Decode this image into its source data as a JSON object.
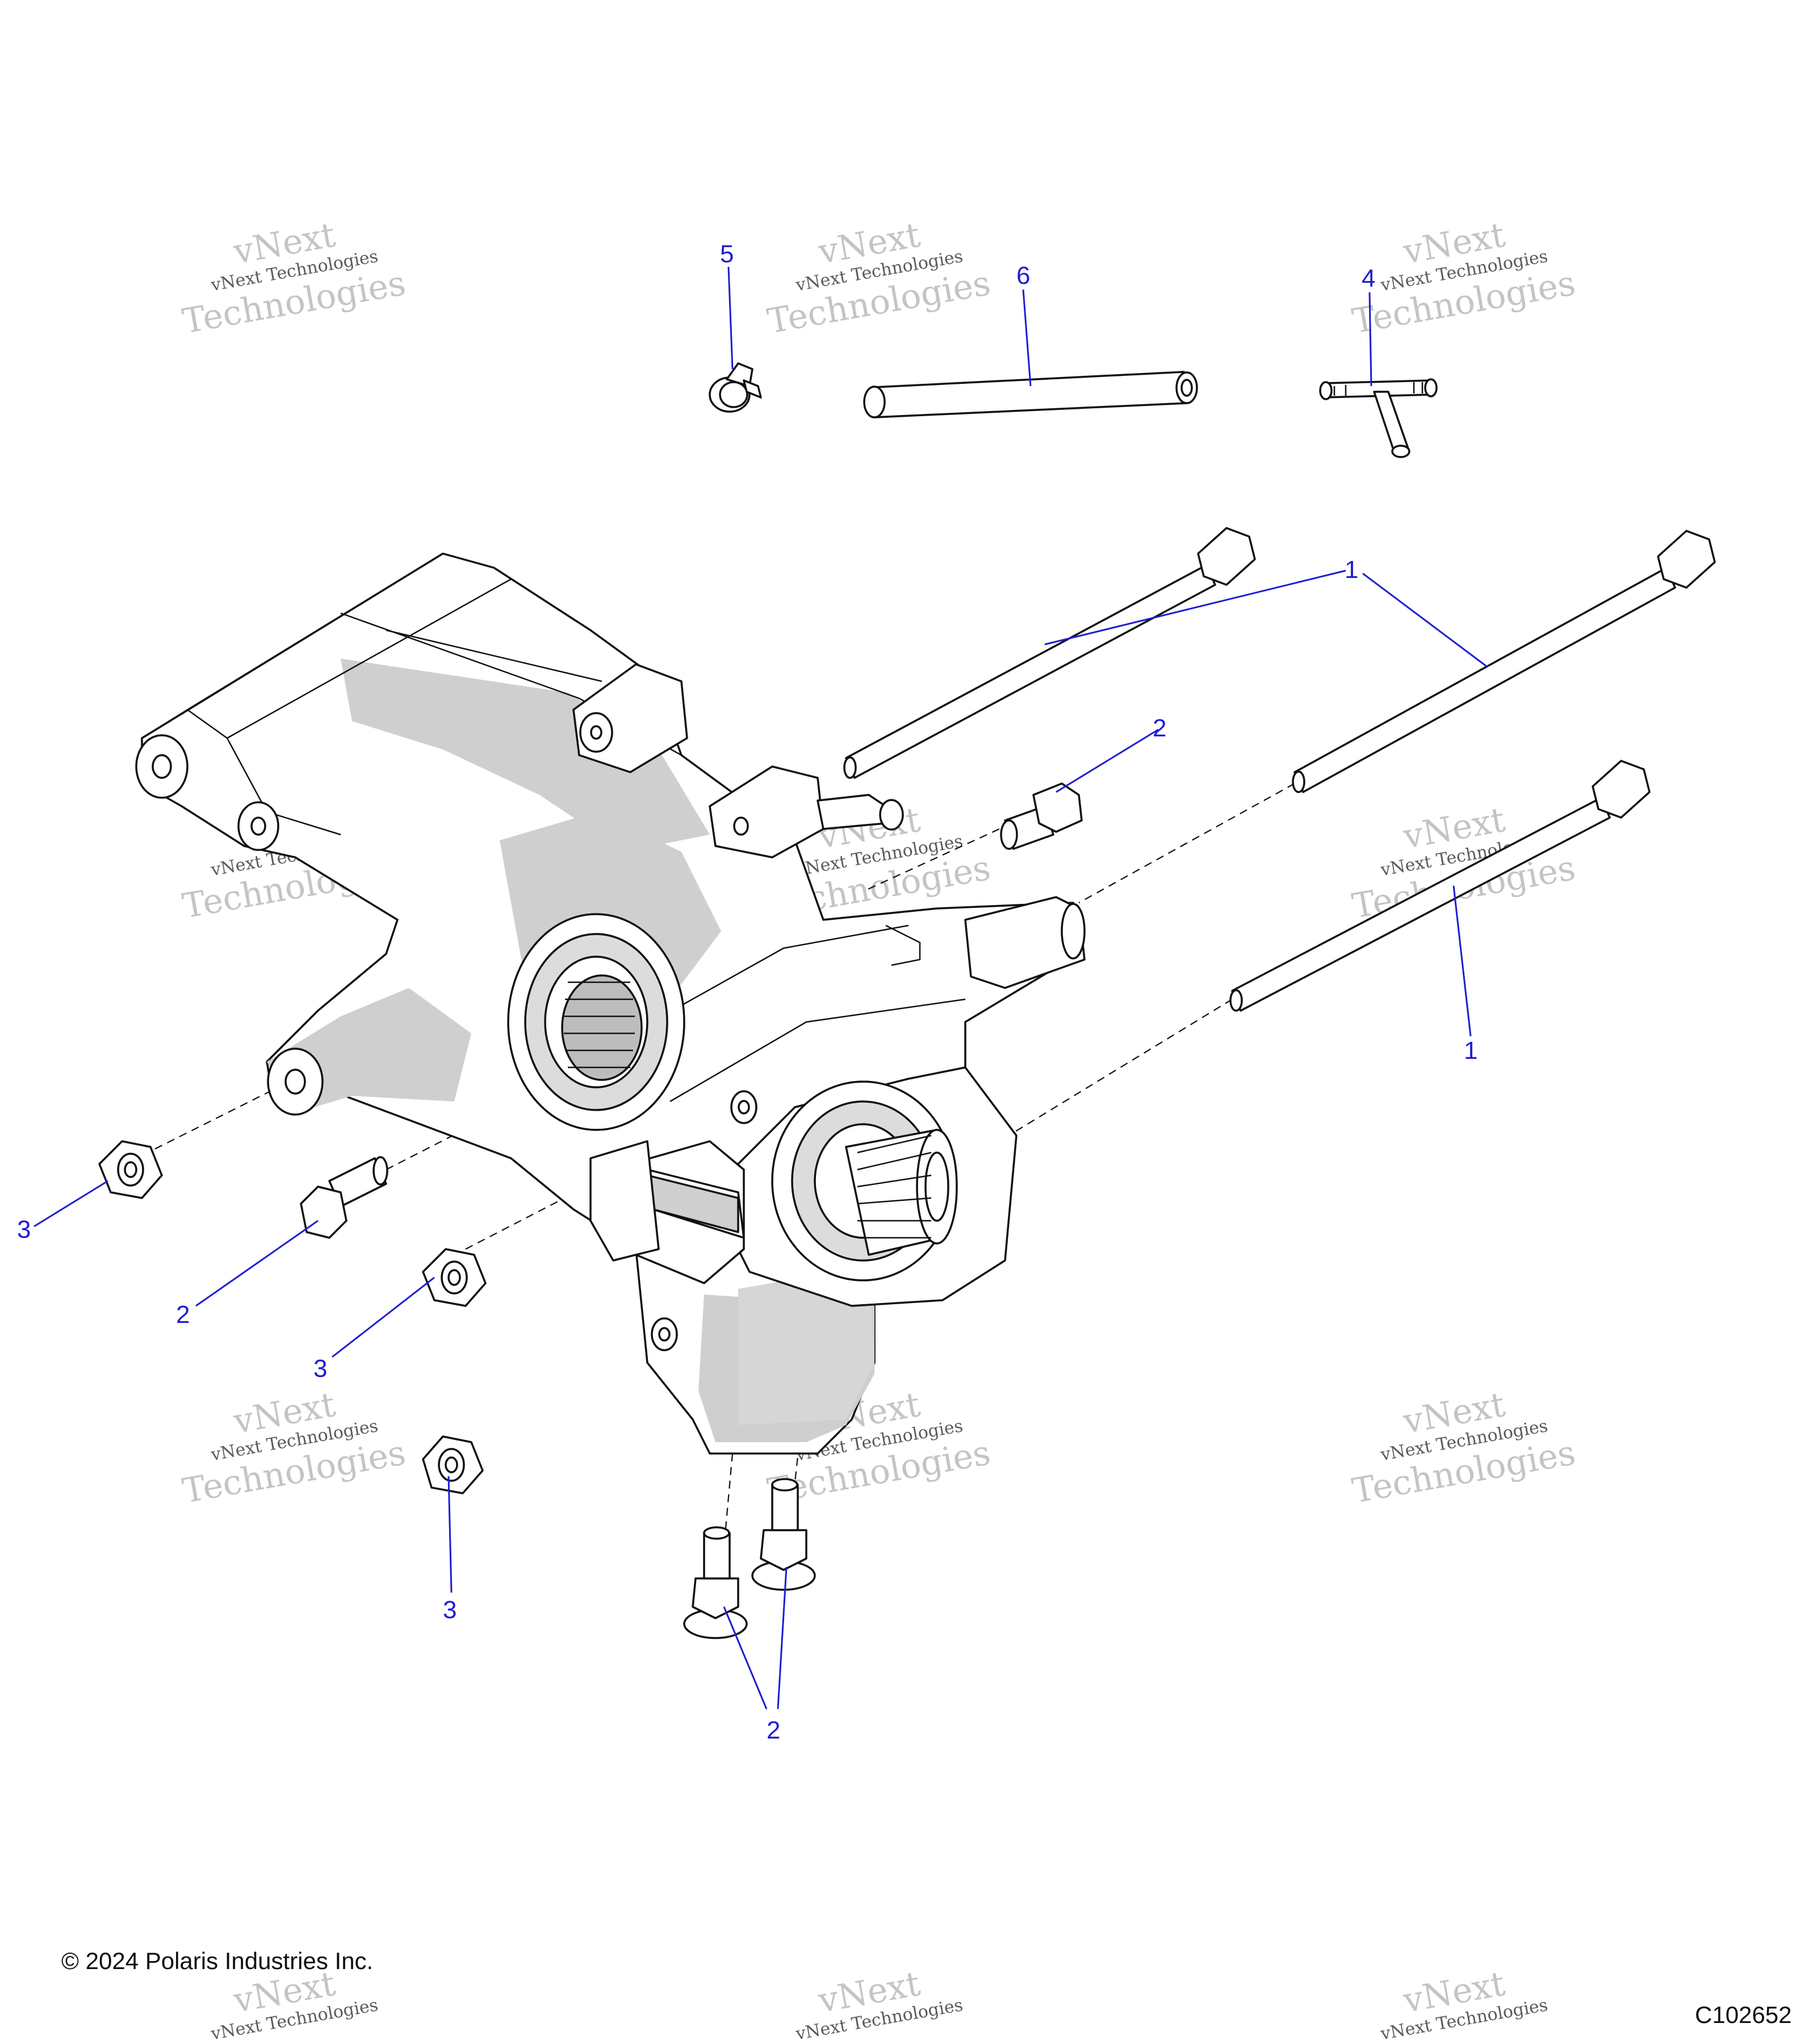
{
  "copyright": "© 2024 Polaris Industries Inc.",
  "figure_id": "C102652",
  "watermark": {
    "line1": "vNext Technologies",
    "line2": "vNext",
    "line3": "Technologies"
  },
  "callouts": {
    "c_5": "5",
    "c_6": "6",
    "c_4": "4",
    "c_1_top": "1",
    "c_1_right": "1",
    "c_2_top": "2",
    "c_3_left": "3",
    "c_2_left": "2",
    "c_3_mid": "3",
    "c_3_bottom": "3",
    "c_2_bottom": "2"
  },
  "parts": [
    {
      "ref": "1",
      "name": "long-bolt"
    },
    {
      "ref": "2",
      "name": "flange-bolt"
    },
    {
      "ref": "3",
      "name": "flange-nut"
    },
    {
      "ref": "4",
      "name": "tee-fitting"
    },
    {
      "ref": "5",
      "name": "hose-clamp"
    },
    {
      "ref": "6",
      "name": "hose"
    }
  ]
}
